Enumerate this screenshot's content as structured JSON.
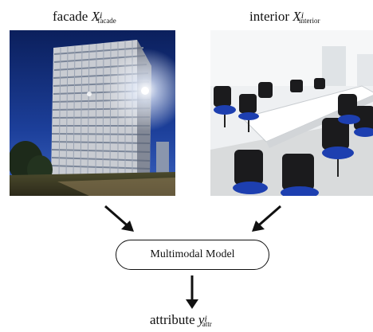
{
  "facade": {
    "prefix": "facade ",
    "symbol": "X",
    "superscript": "i",
    "subscript": "facade"
  },
  "interior": {
    "prefix": "interior ",
    "symbol": "X",
    "superscript": "i",
    "subscript": "interior"
  },
  "model": {
    "label": "Multimodal Model"
  },
  "output": {
    "prefix": "attribute ",
    "symbol": "y",
    "superscript": "i",
    "subscript": "attr"
  }
}
